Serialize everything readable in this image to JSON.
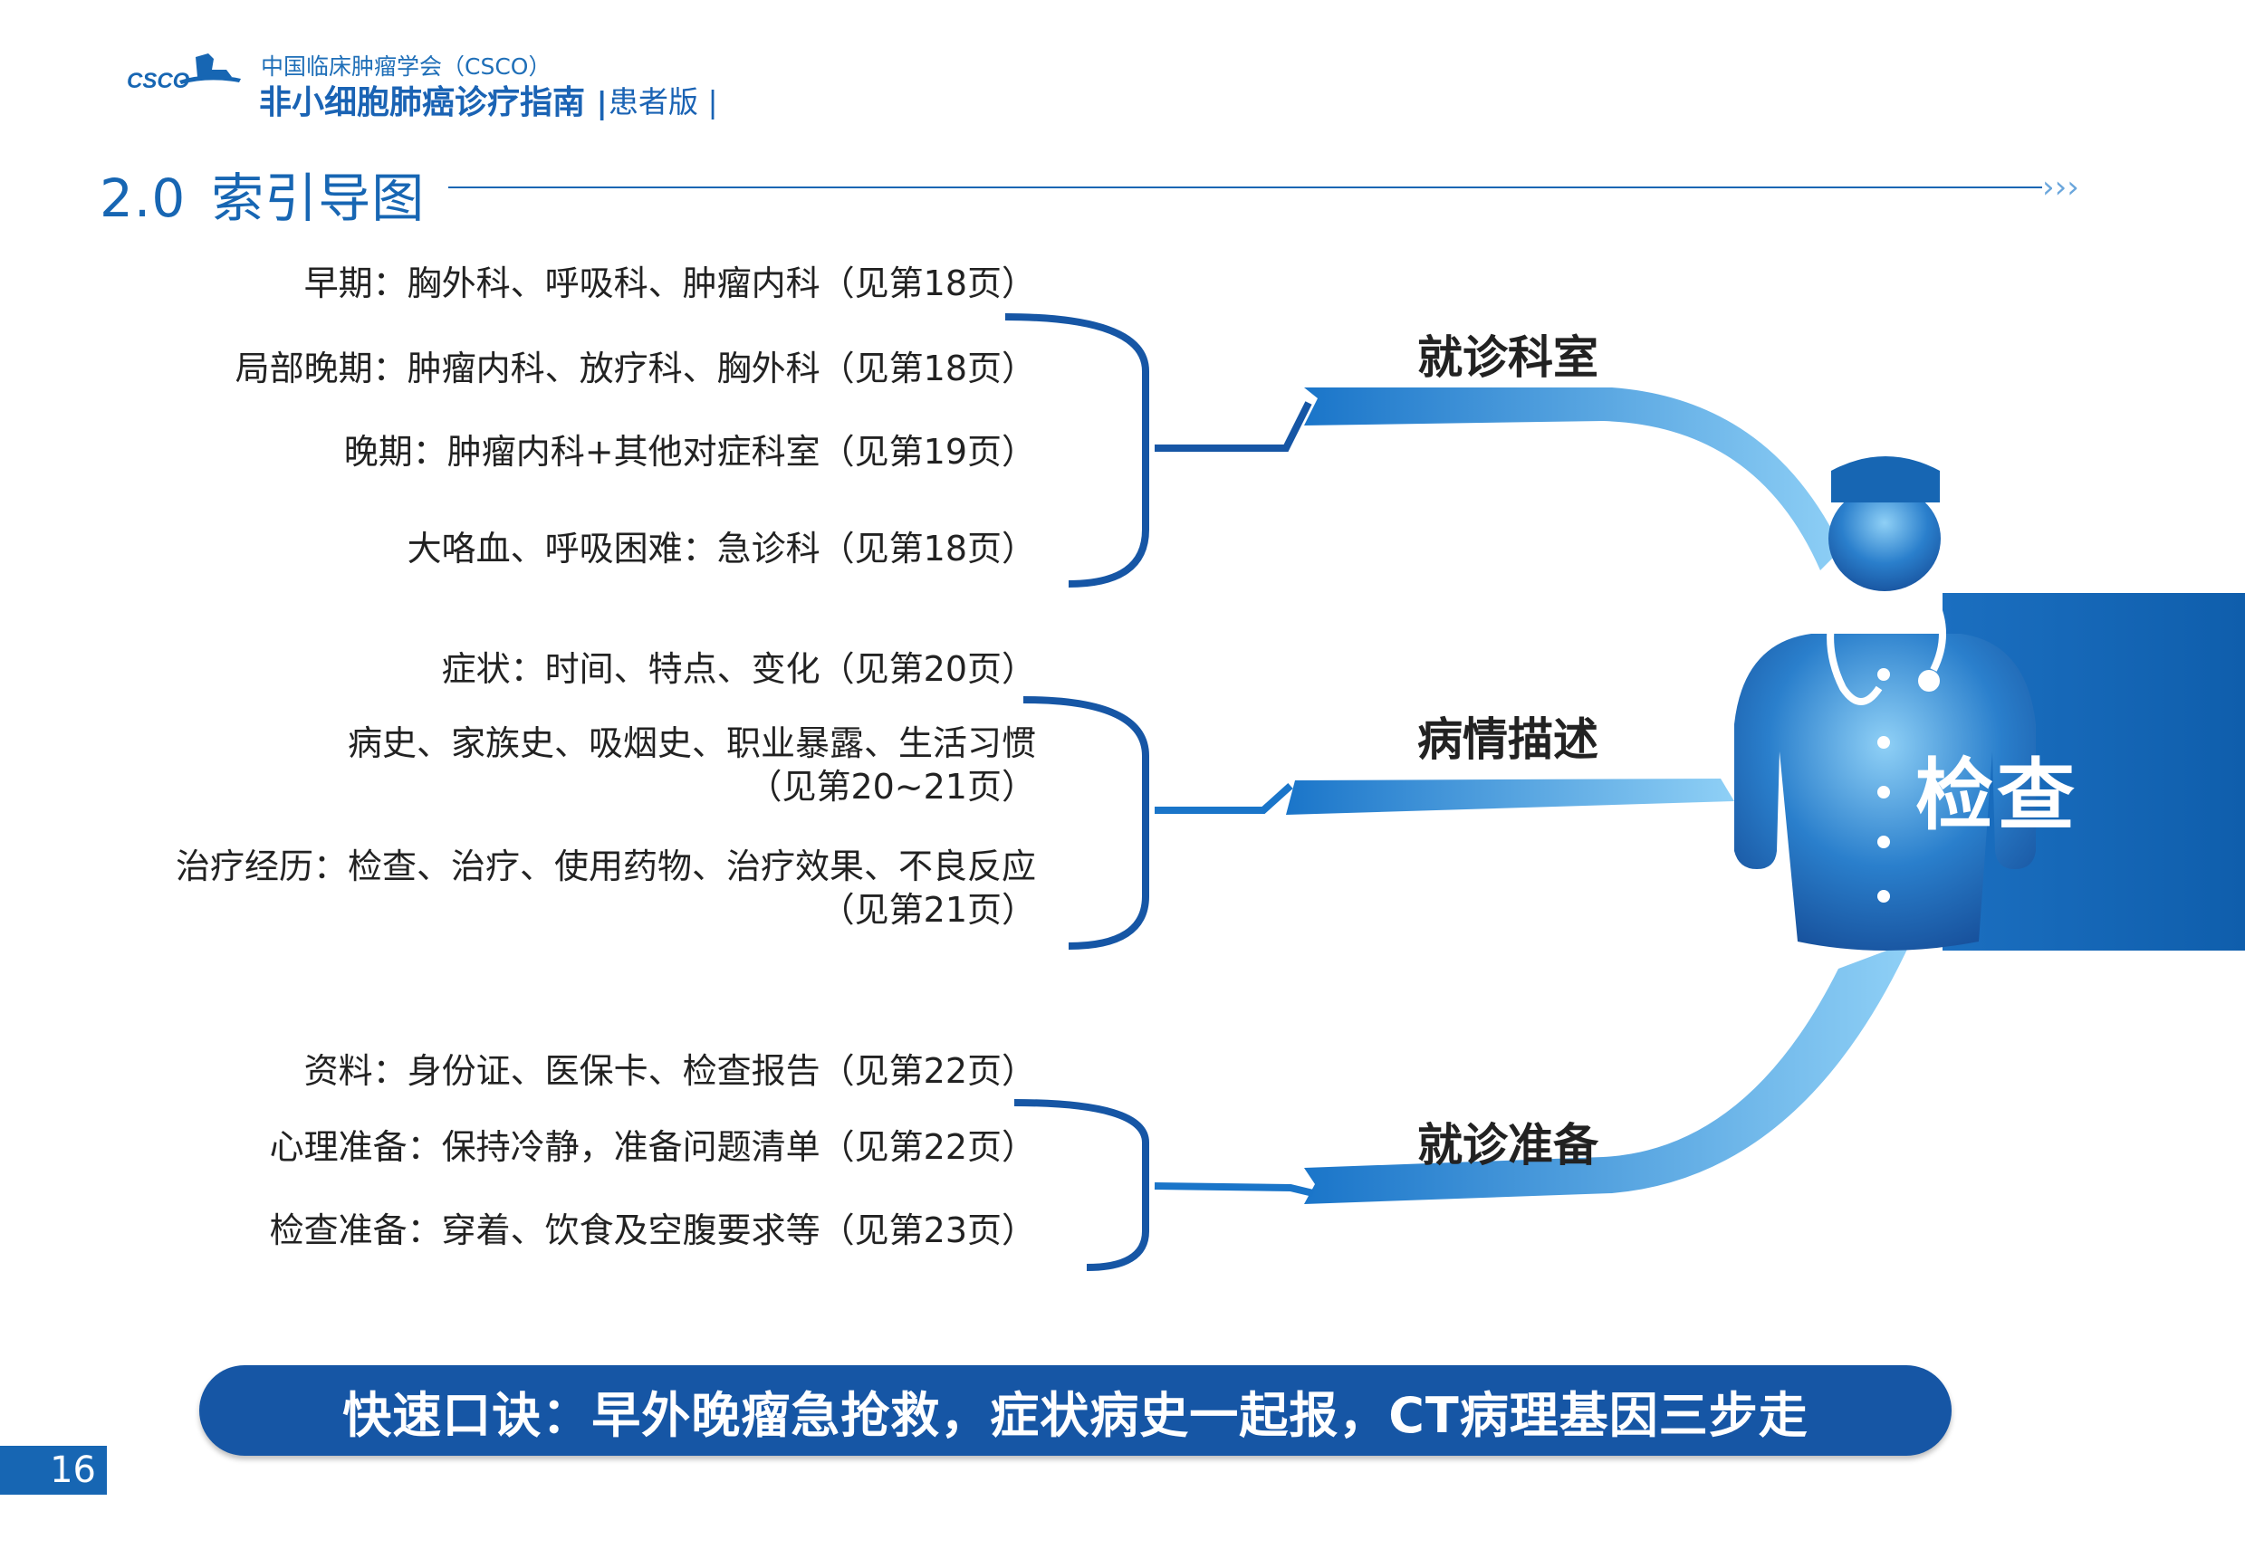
{
  "header": {
    "logo_text": "CSCO",
    "org_name": "中国临床肿瘤学会（CSCO）",
    "guide_title": "非小细胞肺癌诊疗指南",
    "edition": "患者版",
    "separator": "|"
  },
  "section": {
    "number": "2.0",
    "title": "索引导图",
    "arrow": "›››"
  },
  "mindmap": {
    "center_label": "检查",
    "branches": [
      {
        "label": "就诊科室",
        "items": [
          "早期：胸外科、呼吸科、肿瘤内科（见第18页）",
          "局部晚期：肿瘤内科、放疗科、胸外科（见第18页）",
          "晚期：肿瘤内科+其他对症科室（见第19页）",
          "大咯血、呼吸困难：急诊科（见第18页）"
        ]
      },
      {
        "label": "病情描述",
        "items": [
          "症状：时间、特点、变化（见第20页）",
          "病史、家族史、吸烟史、职业暴露、生活习惯",
          "（见第20~21页）",
          "治疗经历：检查、治疗、使用药物、治疗效果、不良反应",
          "（见第21页）"
        ]
      },
      {
        "label": "就诊准备",
        "items": [
          "资料：身份证、医保卡、检查报告（见第22页）",
          "心理准备：保持冷静，准备问题清单（见第22页）",
          "检查准备：穿着、饮食及空腹要求等（见第23页）"
        ]
      }
    ]
  },
  "slogan": "快速口诀：早外晚瘤急抢救，症状病史一起报，CT病理基因三步走",
  "page_number": "16",
  "colors": {
    "primary": "#1766b3",
    "dark_blue": "#1656a5",
    "light_blue": "#4aa8e8"
  }
}
